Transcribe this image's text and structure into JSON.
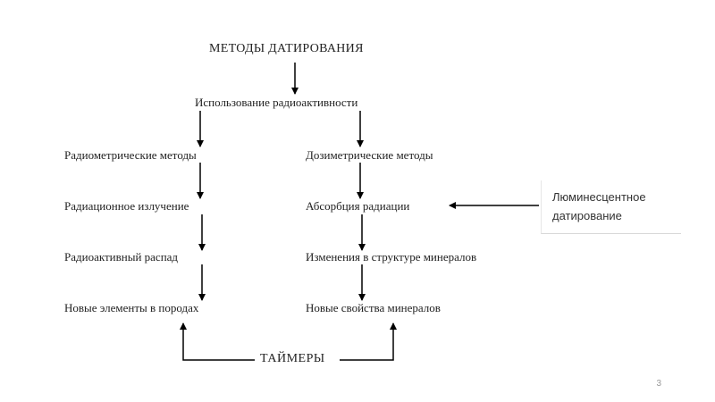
{
  "title": "МЕТОДЫ ДАТИРОВАНИЯ",
  "subtitle": "Использование радиоактивности",
  "left_column": [
    "Радиометрические методы",
    "Радиационное излучение",
    "Радиоактивный распад",
    "Новые элементы в породах"
  ],
  "right_column": [
    "Дозиметрические методы",
    "Абсорбция радиации",
    "Изменения в структуре минералов",
    "Новые свойства минералов"
  ],
  "side_box": "Люминесцентное датирование",
  "timers": "ТАЙМЕРЫ",
  "page_number": "3"
}
